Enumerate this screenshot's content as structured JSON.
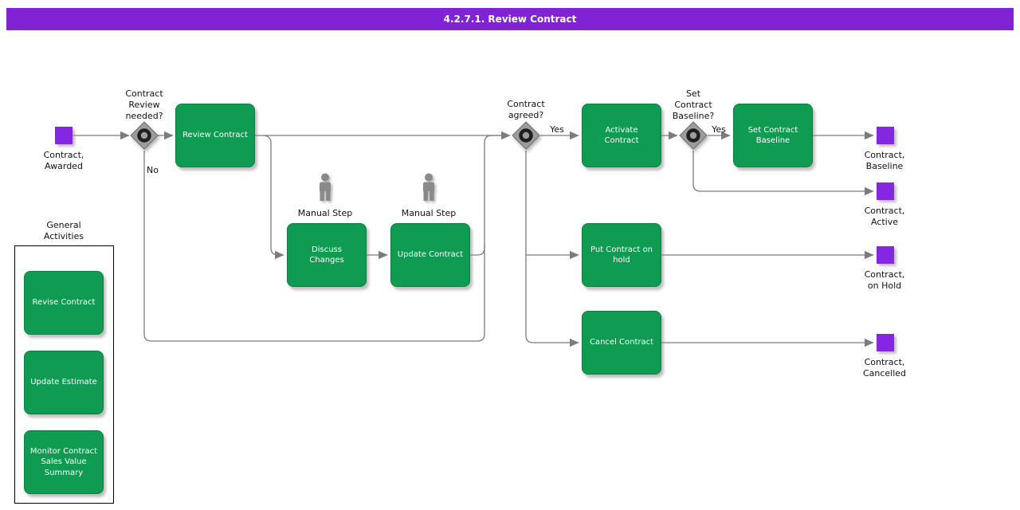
{
  "title": "4.2.7.1. Review Contract",
  "lane": {
    "label": "General\nActivities"
  },
  "events": {
    "start": {
      "label": "Contract,\nAwarded"
    },
    "baseline": {
      "label": "Contract,\nBaseline"
    },
    "active": {
      "label": "Contract,\nActive"
    },
    "on_hold": {
      "label": "Contract,\non Hold"
    },
    "cancelled": {
      "label": "Contract,\nCancelled"
    }
  },
  "decisions": {
    "review_needed": {
      "label": "Contract\nReview\nneeded?",
      "no_label": "No"
    },
    "agreed": {
      "label": "Contract\nagreed?",
      "yes_label": "Yes"
    },
    "set_baseline": {
      "label": "Set\nContract\nBaseline?",
      "yes_label": "Yes"
    }
  },
  "tasks": {
    "review": {
      "label": "Review Contract"
    },
    "discuss": {
      "label": "Discuss\nChanges",
      "step_label": "Manual Step"
    },
    "update": {
      "label": "Update Contract",
      "step_label": "Manual Step"
    },
    "activate": {
      "label": "Activate\nContract"
    },
    "set_baseline": {
      "label": "Set Contract\nBaseline"
    },
    "hold": {
      "label": "Put Contract on\nhold"
    },
    "cancel": {
      "label": "Cancel Contract"
    },
    "revise": {
      "label": "Revise Contract"
    },
    "update_estimate": {
      "label": "Update Estimate"
    },
    "monitor": {
      "label": "Monitor Contract\nSales Value\nSummary"
    }
  },
  "colors": {
    "green": "#0f9b51",
    "green_border": "#0c7e42",
    "purple": "#8527e0",
    "title_bg": "#8122d4",
    "line": "#7b7b7b",
    "diamond_fill": "#9c9c9c",
    "diamond_border": "#6e6e6e",
    "ring": "#1f1f1f",
    "person": "#8a8a8a",
    "text": "#111111"
  }
}
